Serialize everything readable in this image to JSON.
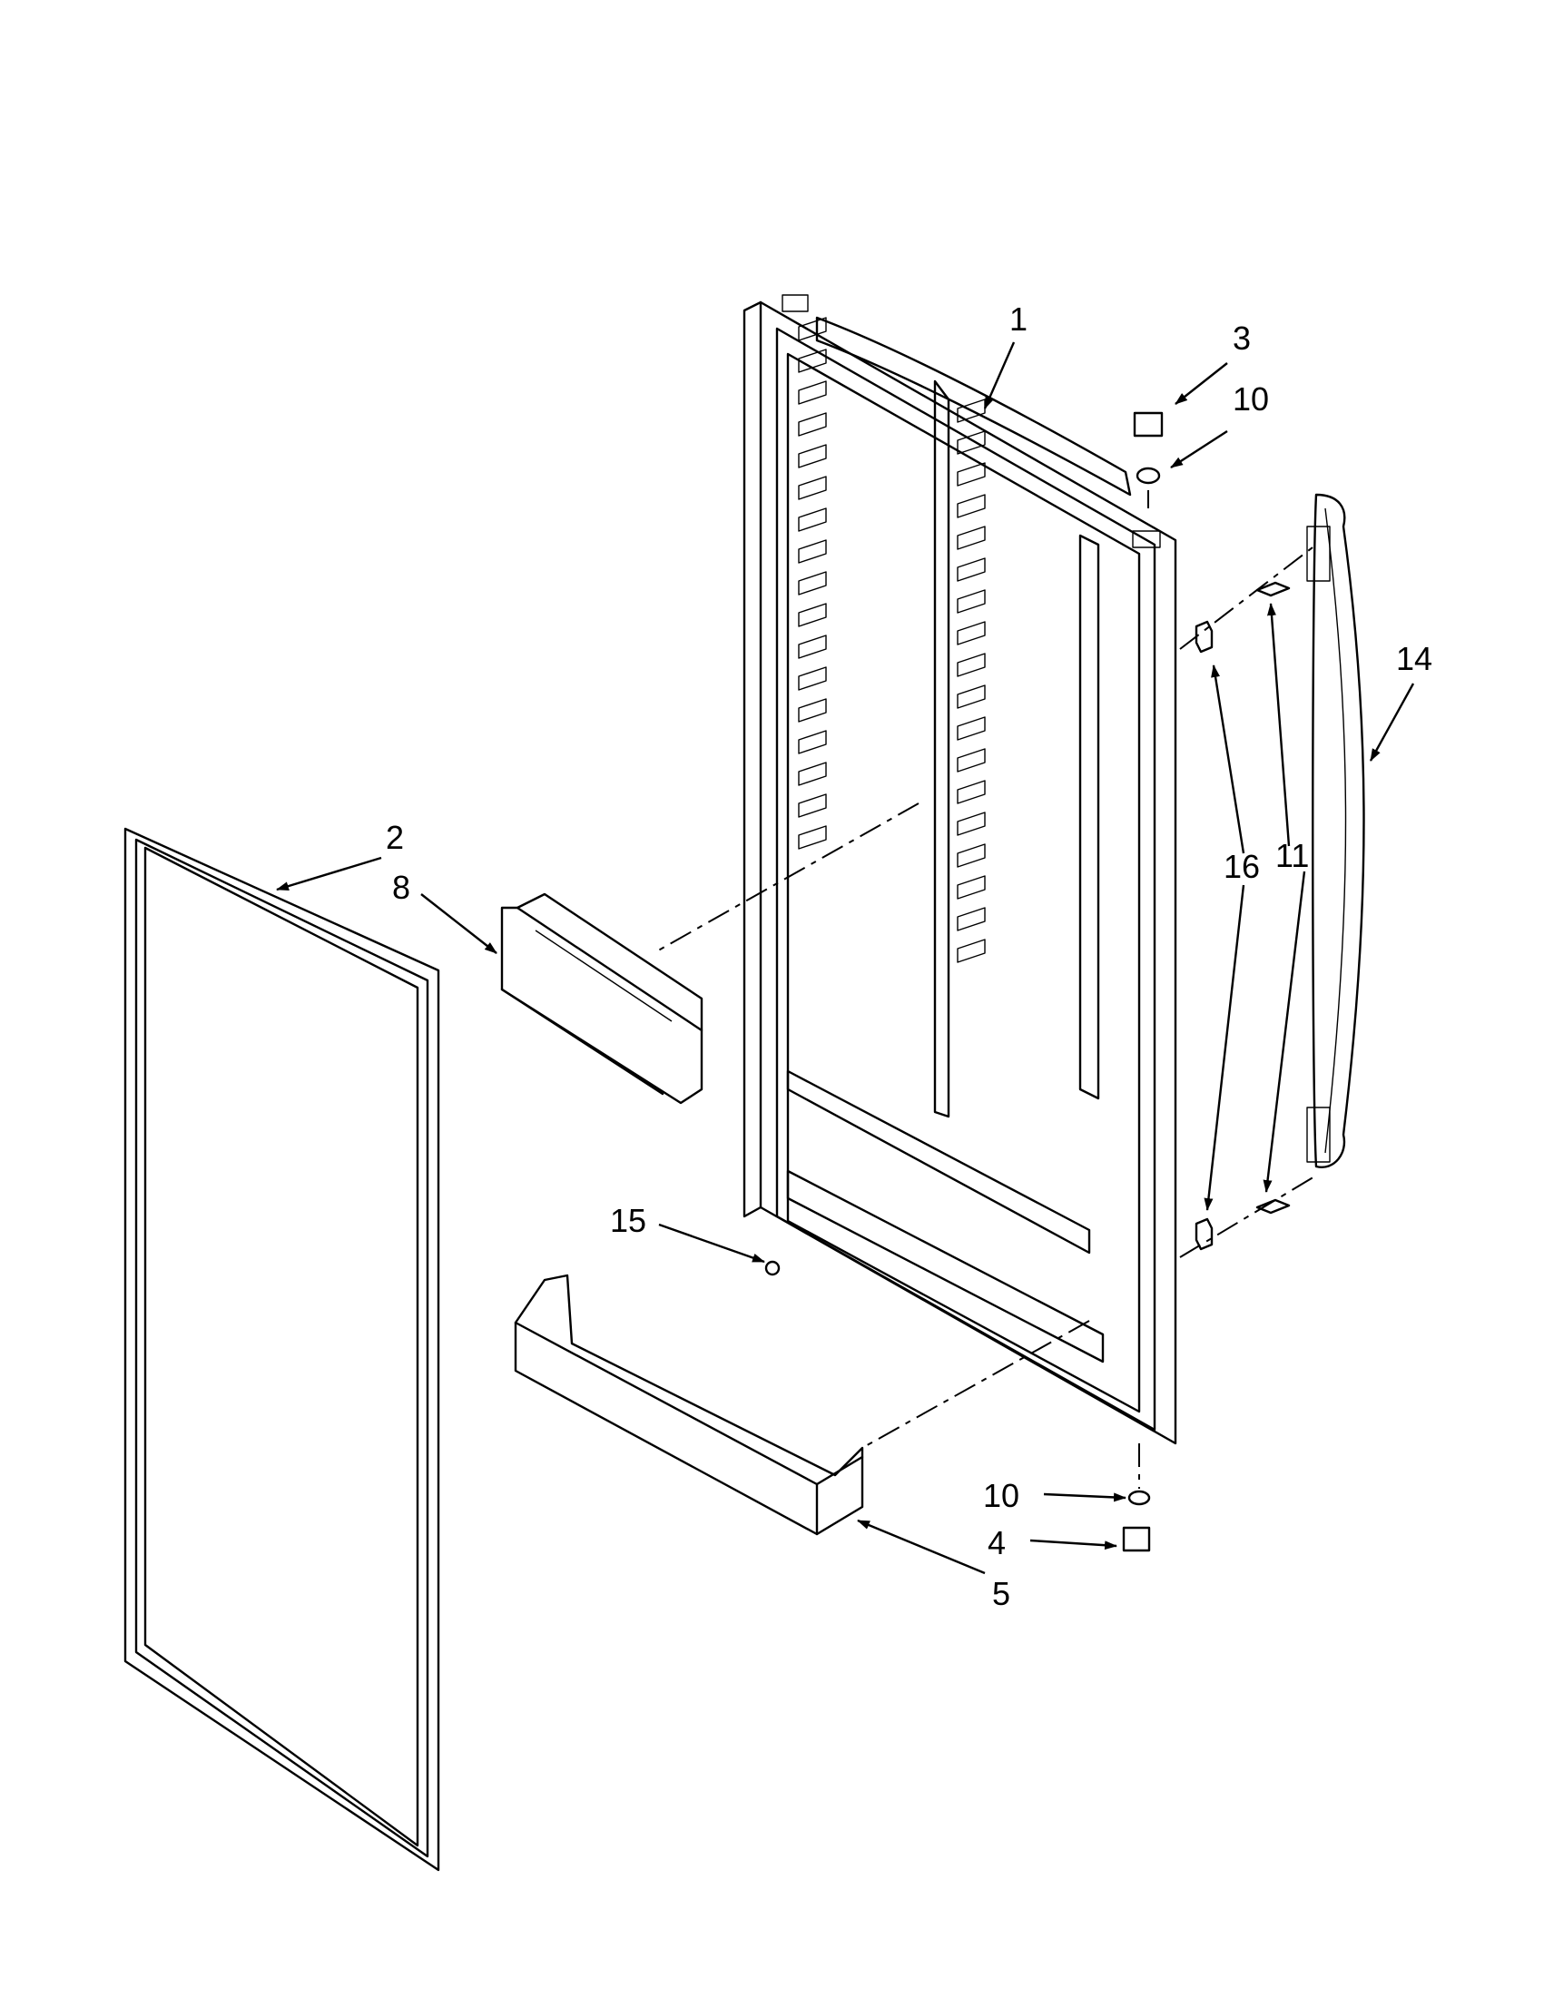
{
  "diagram": {
    "callouts": [
      {
        "id": "c1",
        "label": "1"
      },
      {
        "id": "c2",
        "label": "2"
      },
      {
        "id": "c3",
        "label": "3"
      },
      {
        "id": "c4",
        "label": "4"
      },
      {
        "id": "c5",
        "label": "5"
      },
      {
        "id": "c8",
        "label": "8"
      },
      {
        "id": "c10a",
        "label": "10"
      },
      {
        "id": "c10b",
        "label": "10"
      },
      {
        "id": "c11",
        "label": "11"
      },
      {
        "id": "c14",
        "label": "14"
      },
      {
        "id": "c15",
        "label": "15"
      },
      {
        "id": "c16",
        "label": "16"
      }
    ]
  }
}
